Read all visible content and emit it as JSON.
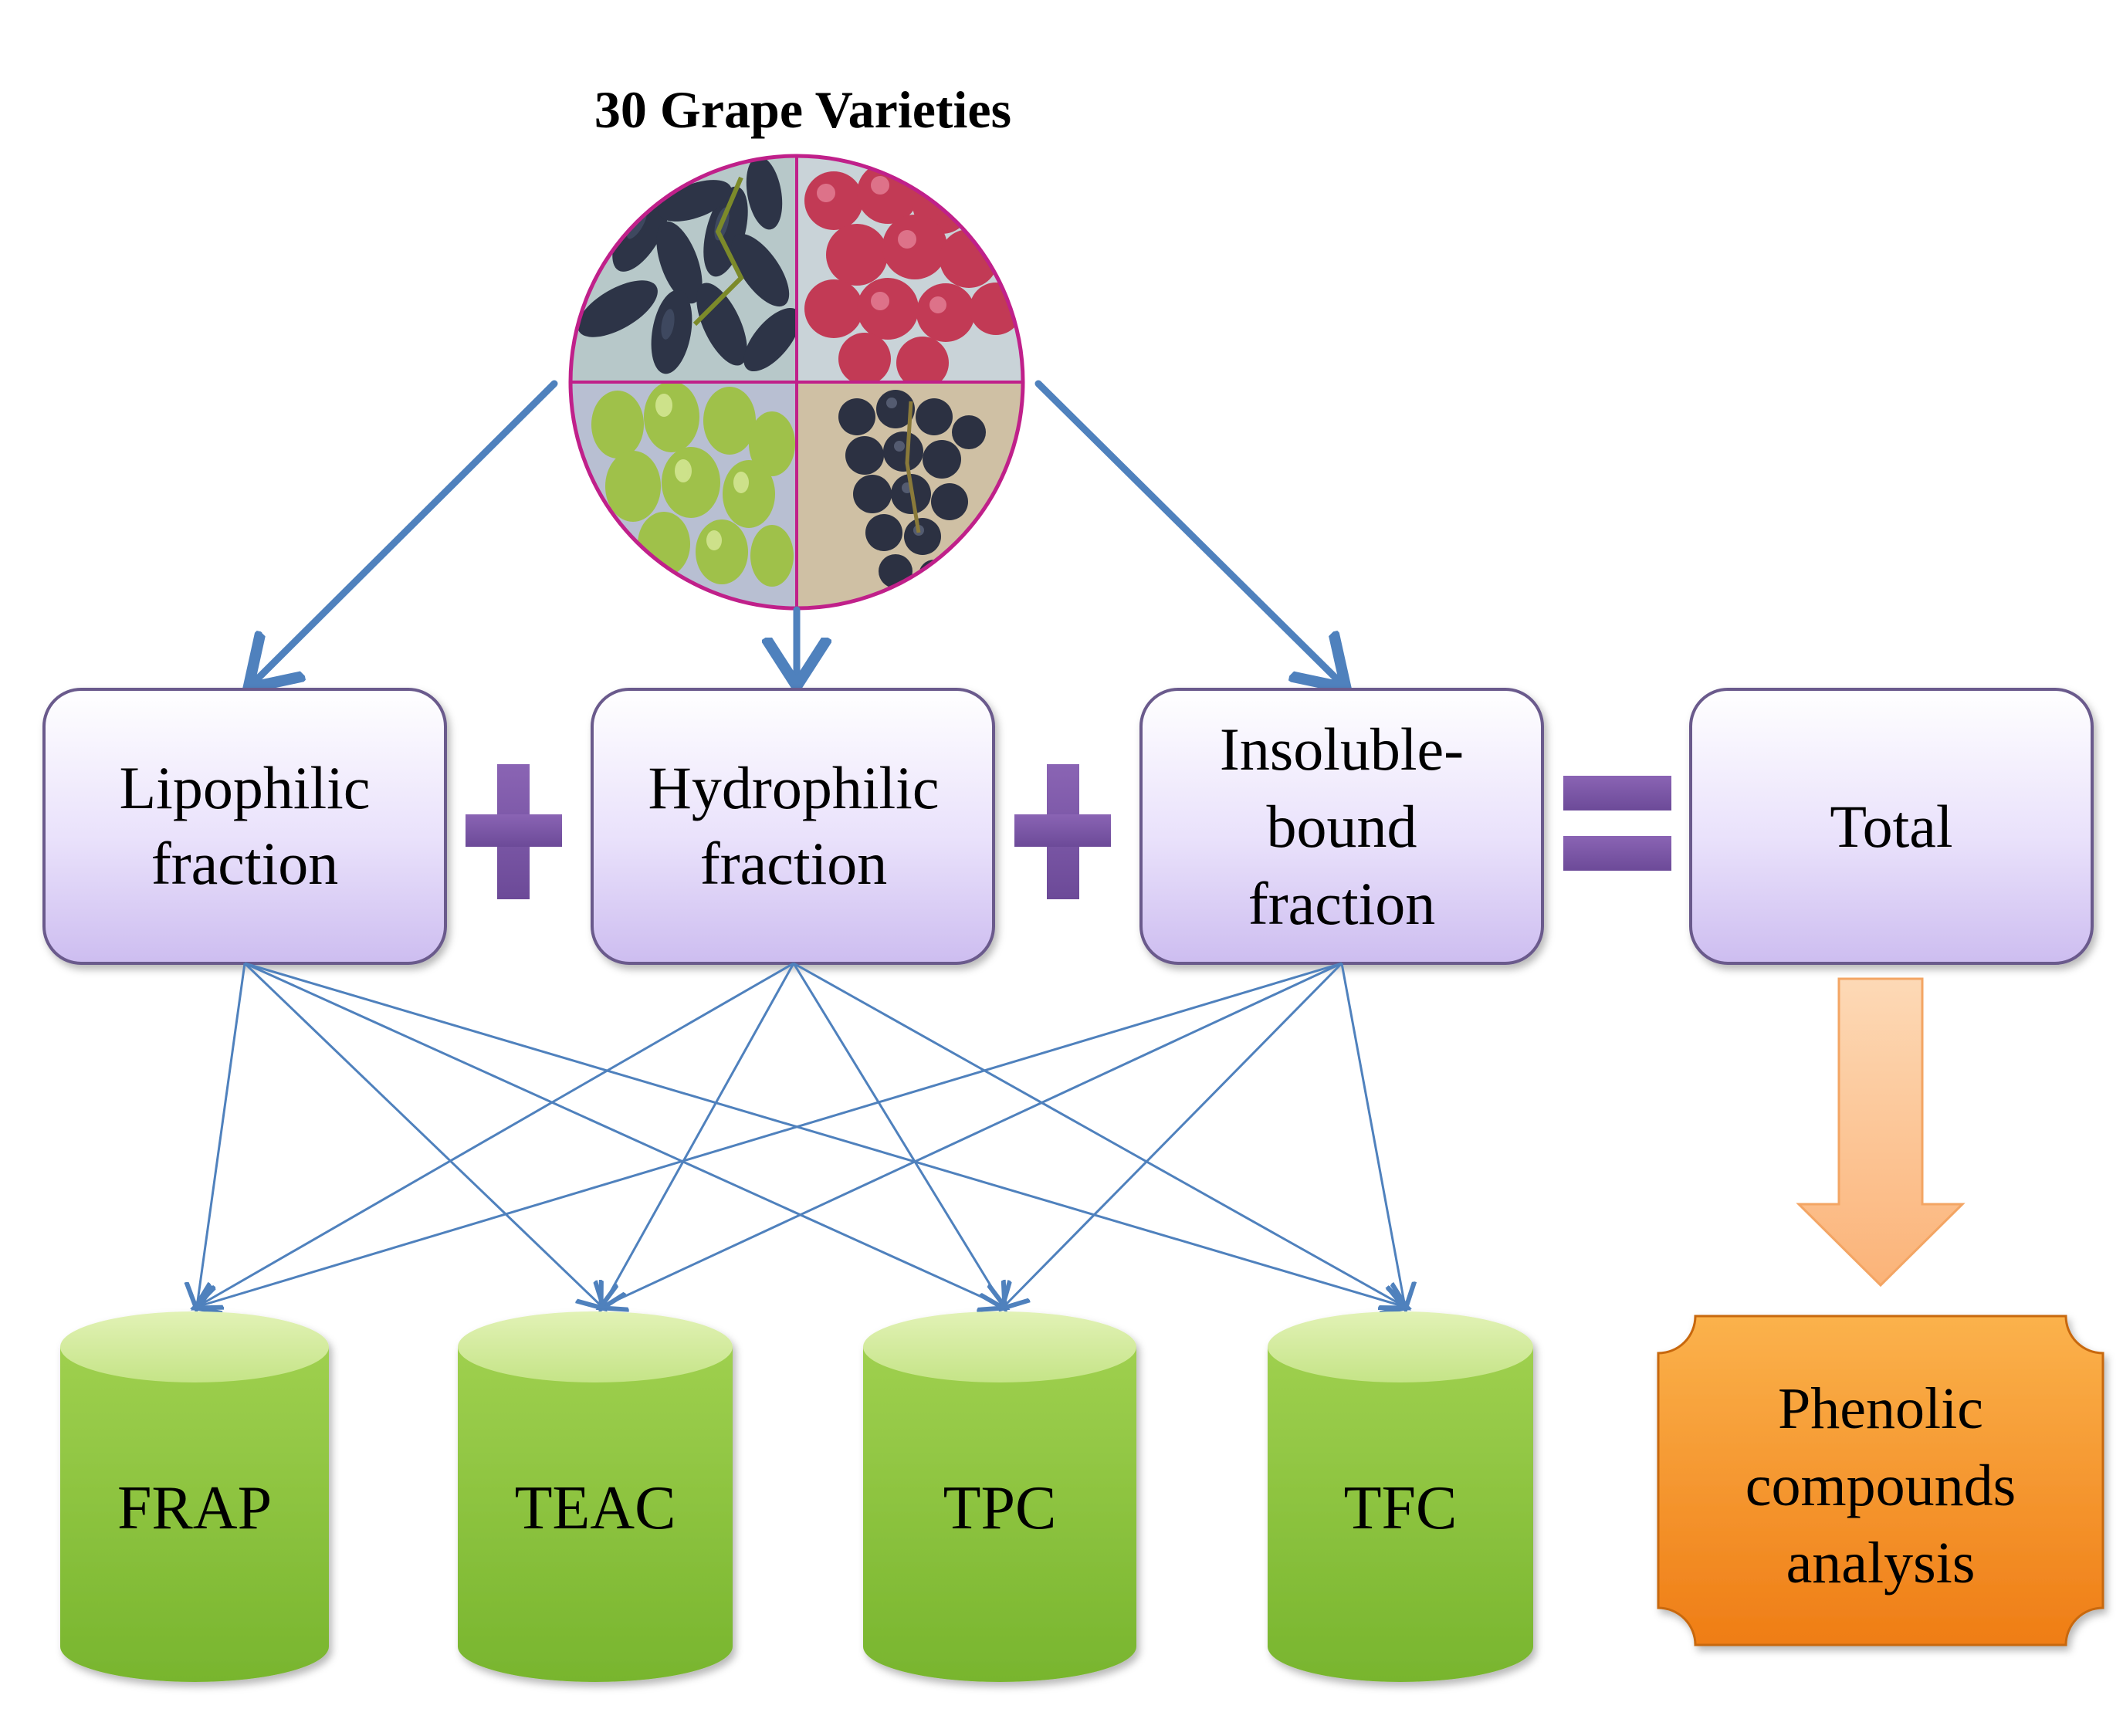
{
  "title": "30 Grape Varieties",
  "fractions": [
    {
      "id": "lipophilic",
      "lines": [
        "Lipophilic",
        "fraction"
      ]
    },
    {
      "id": "hydrophilic",
      "lines": [
        "Hydrophilic",
        "fraction"
      ]
    },
    {
      "id": "insoluble-bound",
      "lines": [
        "Insoluble-",
        "bound",
        "fraction"
      ]
    }
  ],
  "total": {
    "label": "Total"
  },
  "assays": [
    {
      "id": "frap",
      "label": "FRAP"
    },
    {
      "id": "teac",
      "label": "TEAC"
    },
    {
      "id": "tpc",
      "label": "TPC"
    },
    {
      "id": "tfc",
      "label": "TFC"
    }
  ],
  "analysis": {
    "lines": [
      "Phenolic",
      "compounds",
      "analysis"
    ]
  },
  "photo": {
    "quadrants": [
      {
        "position": "top-left",
        "grape_color": "black elongated"
      },
      {
        "position": "top-right",
        "grape_color": "red"
      },
      {
        "position": "bottom-left",
        "grape_color": "green"
      },
      {
        "position": "bottom-right",
        "grape_color": "black round"
      }
    ]
  },
  "colors": {
    "box_fill_top": "#ffffff",
    "box_fill_bottom": "#cfc0f0",
    "box_stroke": "#6a5a8c",
    "operator": "#7f5aa8",
    "arrow": "#4f81bd",
    "cylinder": "#8ec63f",
    "cylinder_top": "#d2ea98",
    "analysis_fill": "#f7921e",
    "down_arrow": "#fcc08e",
    "circle_border": "#c0208a"
  }
}
